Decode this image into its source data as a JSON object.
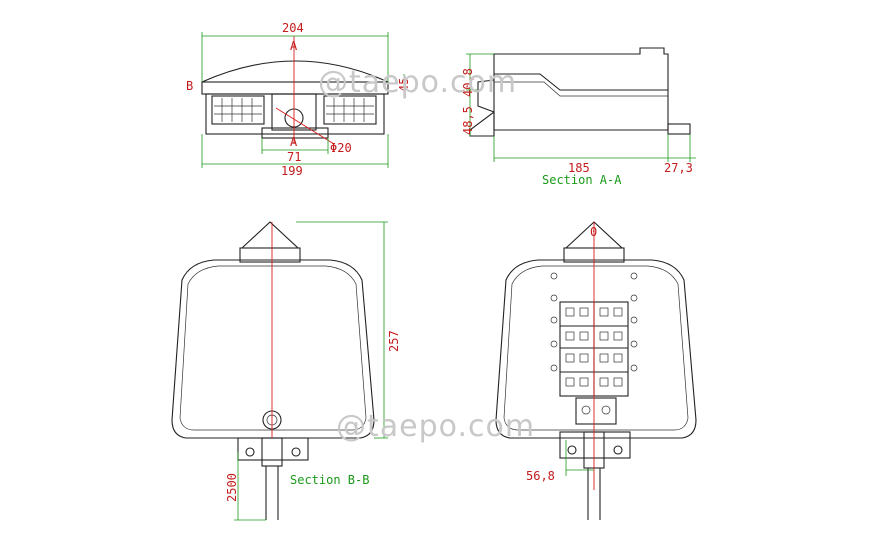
{
  "watermark": "@taepo.com",
  "colors": {
    "outline": "#222222",
    "dimension_line": "#1a9a1a",
    "dimension_text": "#c41b1b",
    "center_line": "#d81d1d",
    "watermark": "#c8c8c8"
  },
  "top_view": {
    "overall_width": "204",
    "bottom_width": "199",
    "bracket_width": "71",
    "hole_diameter": "Φ20",
    "section_mark_a": "A",
    "section_mark_b": "B",
    "side_height": "45"
  },
  "section_a": {
    "label": "Section A-A",
    "depth": "185",
    "bracket_depth": "27,3",
    "upper_height": "40,8",
    "lower_height": "48,5"
  },
  "section_b": {
    "label": "Section B-B",
    "height": "257",
    "cable_length": "2500"
  },
  "open_view": {
    "cable_offset": "56,8",
    "center_mark": "0"
  }
}
